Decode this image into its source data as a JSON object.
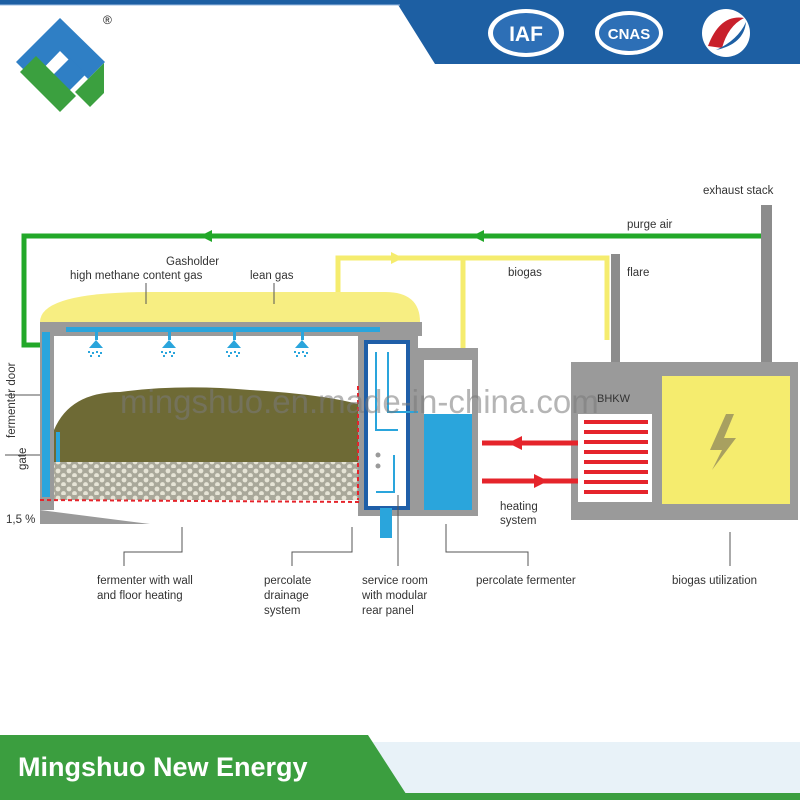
{
  "colors": {
    "header_blue": "#1d5fa3",
    "footer_green": "#3b9e3f",
    "gas_green": "#22a829",
    "biogas_yellow": "#f5ec6e",
    "heat_red": "#e5242b",
    "water_blue": "#2aa5dc",
    "wall_grey": "#8c8c8c",
    "substrate": "#6e6a35"
  },
  "header": {
    "logo_registered": "®",
    "badges": [
      {
        "name": "iaf-badge",
        "text": "IAF"
      },
      {
        "name": "cnas-badge",
        "text": "CNAS"
      },
      {
        "name": "accreditation-emblem",
        "text": ""
      }
    ]
  },
  "labels": {
    "exhaust_stack": "exhaust stack",
    "purge_air": "purge air",
    "gasholder": "Gasholder",
    "high_methane": "high methane content gas",
    "lean_gas": "lean gas",
    "biogas": "biogas",
    "flare": "flare",
    "fermenter_door": "fermenter door",
    "gate": "gate",
    "slope": "1,5 %",
    "bhkw": "BHKW",
    "heating_system_1": "heating",
    "heating_system_2": "system",
    "fermenter_floor_1": "fermenter with wall",
    "fermenter_floor_2": "and floor heating",
    "percolate_drainage_1": "percolate",
    "percolate_drainage_2": "drainage",
    "percolate_drainage_3": "system",
    "service_room_1": "service room",
    "service_room_2": "with modular",
    "service_room_3": "rear panel",
    "percolate_fermenter": "percolate fermenter",
    "biogas_utilization": "biogas utilization"
  },
  "watermark": "mingshuo.en.made-in-china.com",
  "footer": {
    "brand": "Mingshuo New Energy"
  }
}
